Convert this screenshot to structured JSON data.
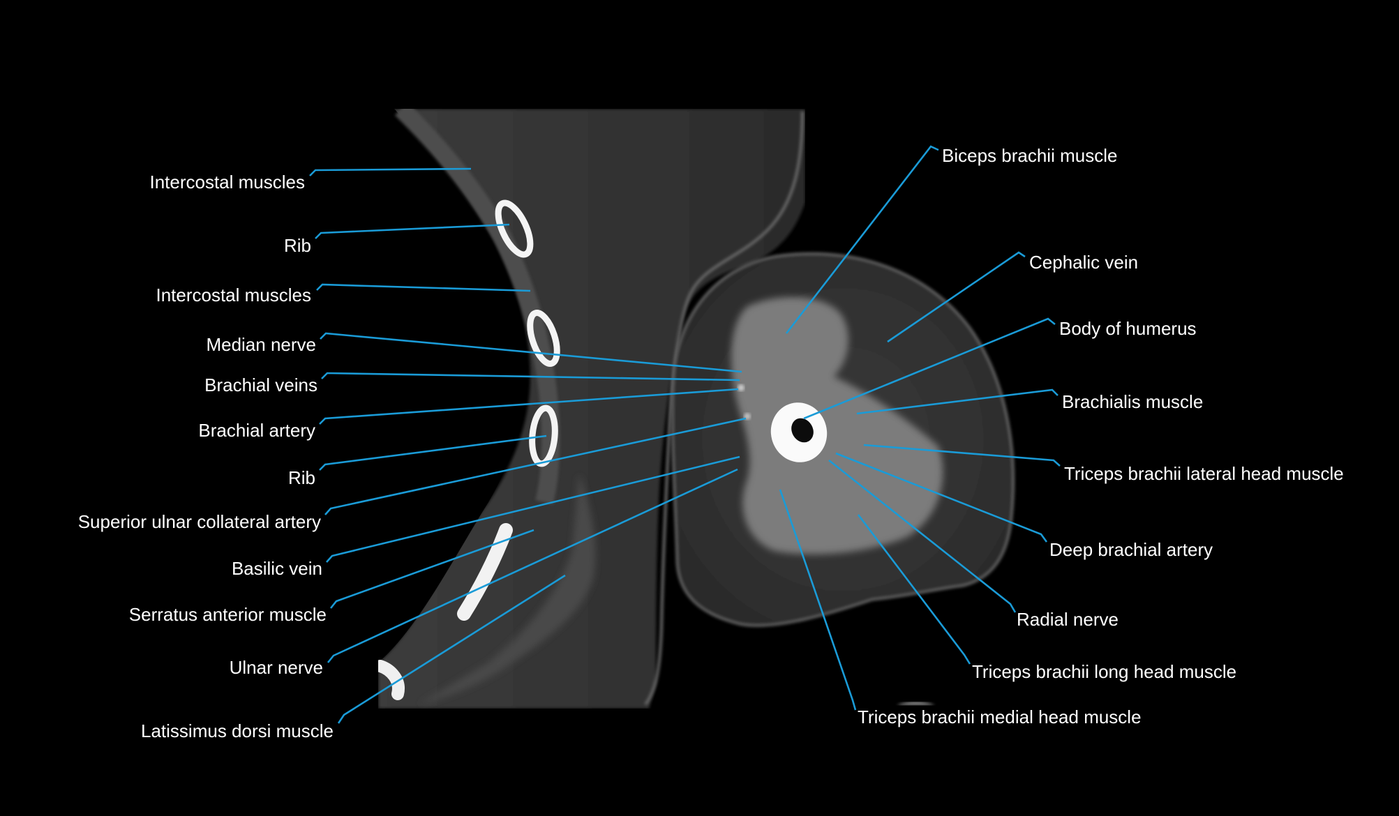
{
  "figure": {
    "type": "annotated CT scan (axial), thoracic wall and upper arm",
    "background_color": "#000000",
    "leader_color": "#1a9bd7",
    "label_color": "#ffffff"
  },
  "labels_left": [
    {
      "text": "Intercostal muscles"
    },
    {
      "text": "Rib"
    },
    {
      "text": "Intercostal muscles"
    },
    {
      "text": "Median nerve"
    },
    {
      "text": "Brachial veins"
    },
    {
      "text": "Brachial artery"
    },
    {
      "text": "Rib"
    },
    {
      "text": "Superior ulnar collateral artery"
    },
    {
      "text": "Basilic vein"
    },
    {
      "text": "Serratus anterior muscle"
    },
    {
      "text": "Ulnar nerve"
    },
    {
      "text": "Latissimus dorsi muscle"
    }
  ],
  "labels_right": [
    {
      "text": "Biceps brachii muscle"
    },
    {
      "text": "Cephalic vein"
    },
    {
      "text": "Body of humerus"
    },
    {
      "text": "Brachialis muscle"
    },
    {
      "text": "Triceps brachii lateral head muscle"
    },
    {
      "text": "Deep brachial artery"
    },
    {
      "text": "Radial nerve"
    },
    {
      "text": "Triceps brachii long head muscle"
    },
    {
      "text": "Triceps brachii medial head muscle"
    }
  ]
}
